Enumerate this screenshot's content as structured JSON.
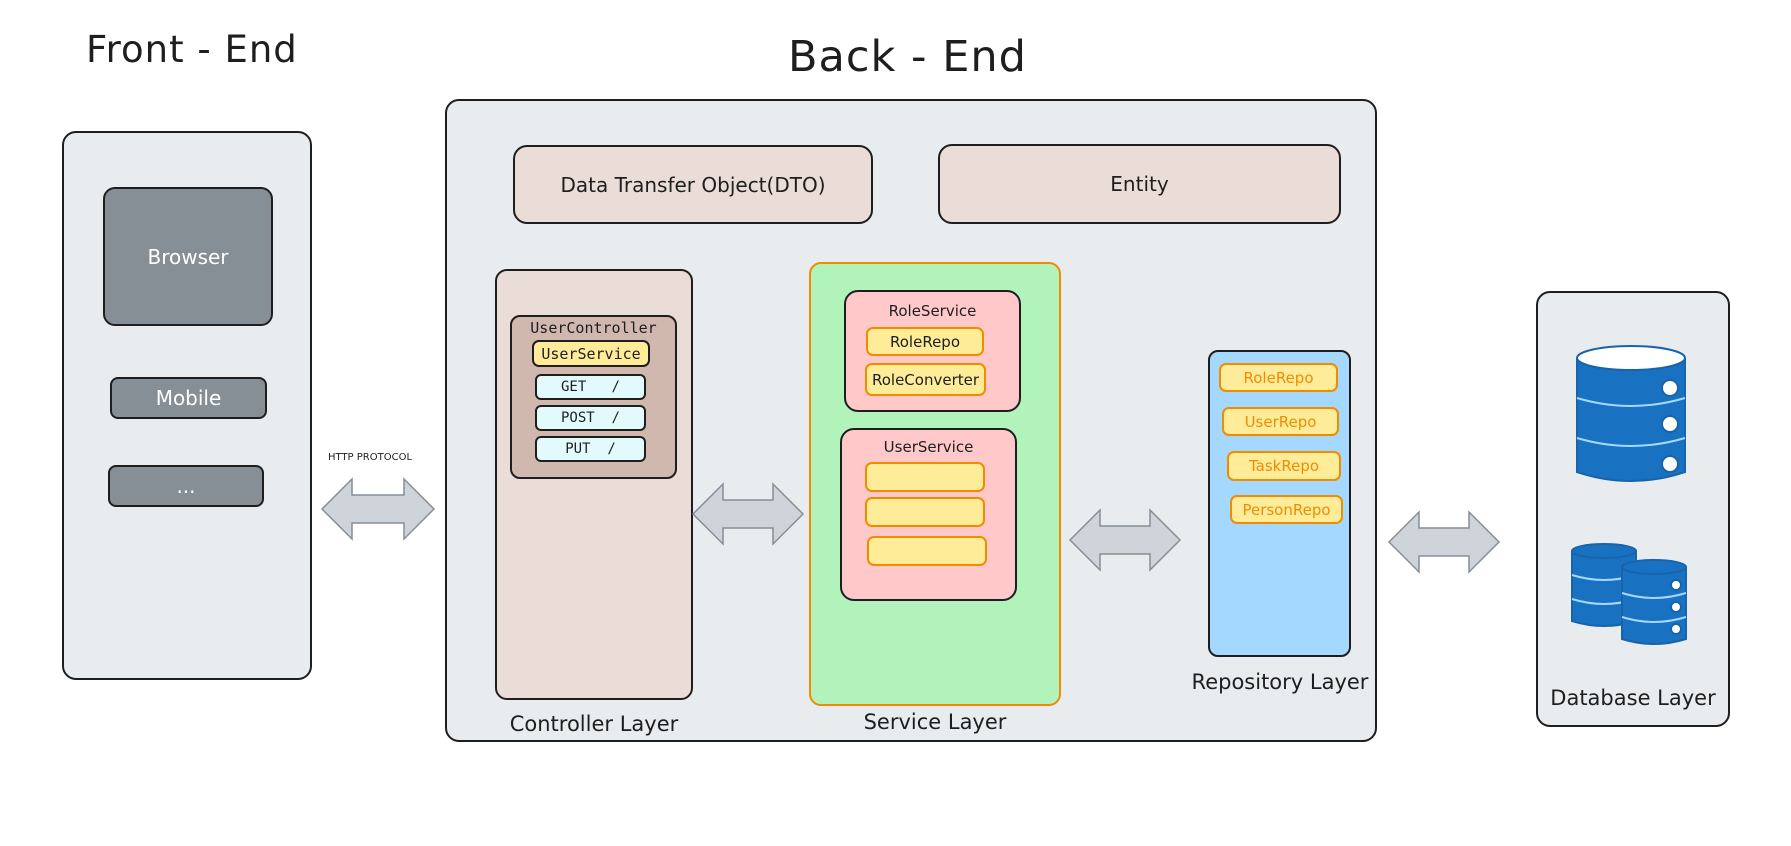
{
  "titles": {
    "front_end": "Front - End",
    "back_end": "Back - End"
  },
  "front_end": {
    "items": [
      "Browser",
      "Mobile",
      "..."
    ]
  },
  "protocol_label": "HTTP PROTOCOL",
  "back_end": {
    "dto": "Data Transfer Object(DTO)",
    "entity": "Entity",
    "controller": {
      "layer_label": "Controller Layer",
      "name": "UserController",
      "dependency": "UserService",
      "endpoints": [
        "GET   /",
        "POST  /",
        "PUT  /"
      ]
    },
    "service": {
      "layer_label": "Service Layer",
      "role_service": {
        "name": "RoleService",
        "items": [
          "RoleRepo",
          "RoleConverter"
        ]
      },
      "user_service": {
        "name": "UserService",
        "items": [
          "",
          "",
          ""
        ]
      }
    },
    "repository": {
      "layer_label": "Repository Layer",
      "items": [
        "RoleRepo",
        "UserRepo",
        "TaskRepo",
        "PersonRepo"
      ]
    }
  },
  "database": {
    "layer_label": "Database Layer"
  },
  "colors": {
    "stroke": "#1e1e1e",
    "panel": "#e9ecef",
    "dark_box": "#868e96",
    "beige": "#eaddd7",
    "controller_fill": "#d0b8ae",
    "service_fill": "#b2f2bb",
    "service_border": "#f08c00",
    "pink": "#ffc9c9",
    "yellow": "#ffec99",
    "repo_fill": "#a5d8ff",
    "db_blue": "#1971c2",
    "arrow": "#ced4da"
  }
}
